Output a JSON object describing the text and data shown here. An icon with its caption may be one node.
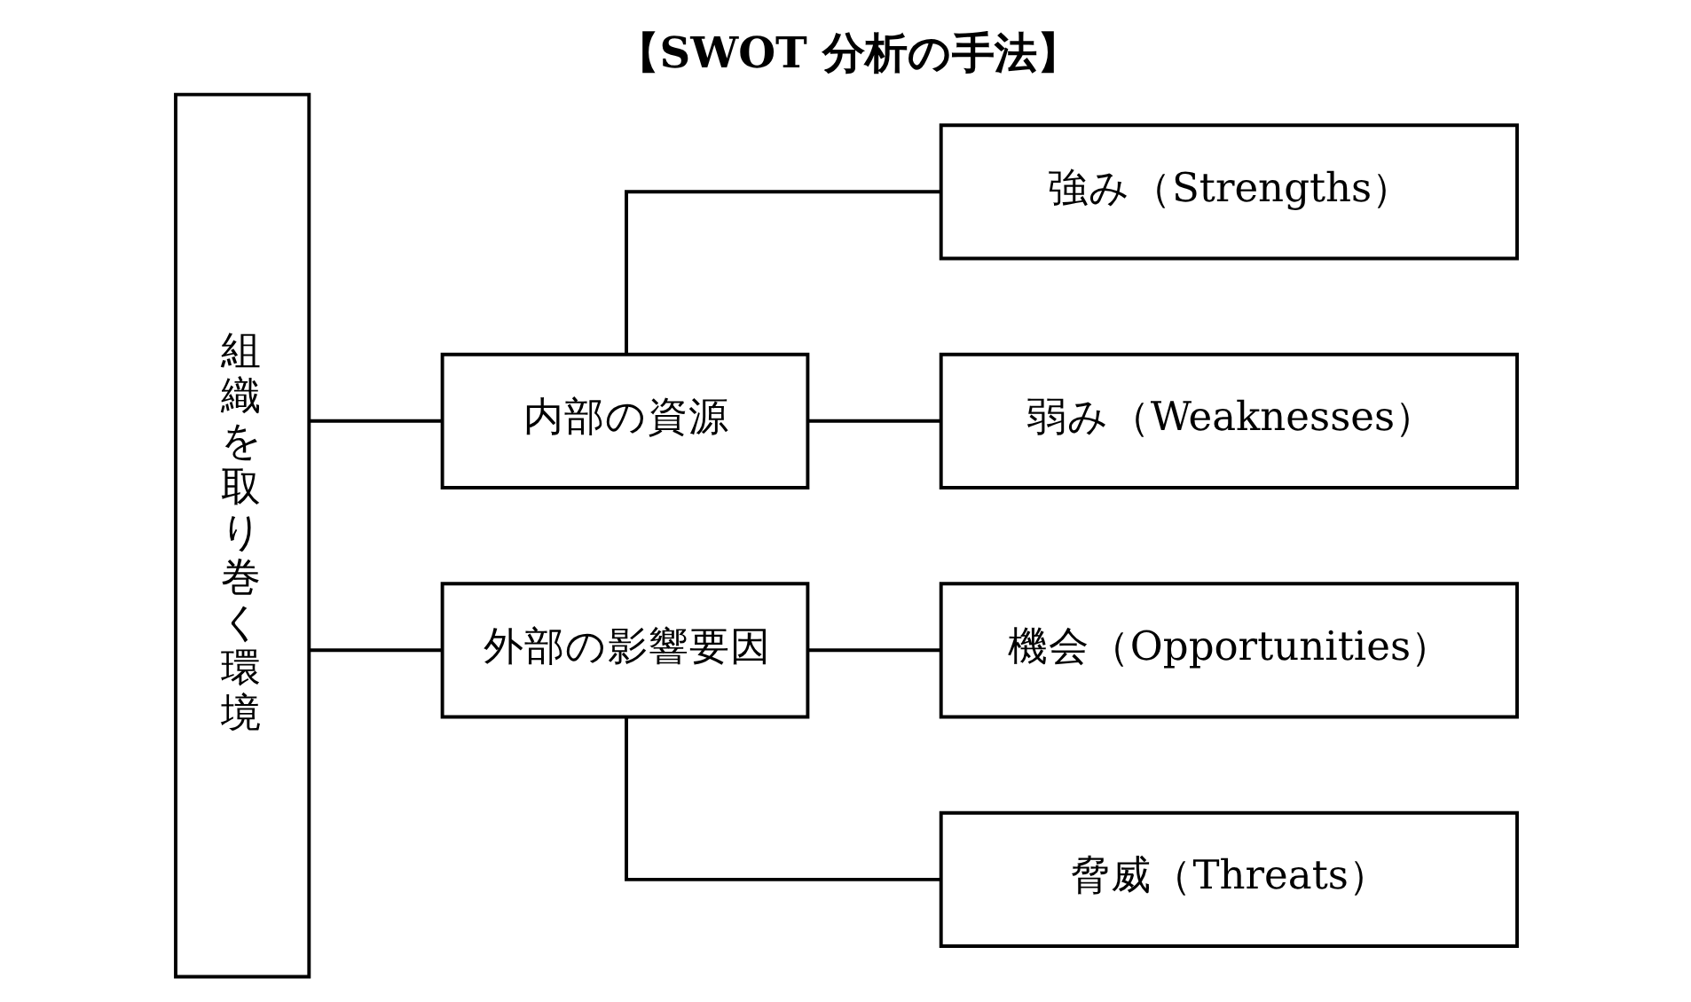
{
  "diagram": {
    "title": "【SWOT 分析の手法】",
    "nodes": [
      {
        "text": [
          "組織を取り巻く環境"
        ]
      },
      {
        "text": [
          "内部の資源"
        ]
      },
      {
        "text": [
          "外部の影響要因"
        ]
      },
      {
        "text": [
          "強み（Strengths）"
        ]
      },
      {
        "text": [
          "弱み（Weaknesses）"
        ]
      },
      {
        "text": [
          "機会（Opportunities）"
        ]
      },
      {
        "text": [
          "脅威（Threats）"
        ]
      }
    ],
    "edges": [
      {
        "from": 0,
        "to": 1,
        "arrow": "none"
      },
      {
        "from": 0,
        "to": 2,
        "arrow": "none"
      },
      {
        "from": 1,
        "to": 3,
        "arrow": "none"
      },
      {
        "from": 1,
        "to": 4,
        "arrow": "none"
      },
      {
        "from": 2,
        "to": 5,
        "arrow": "none"
      },
      {
        "from": 2,
        "to": 6,
        "arrow": "none"
      }
    ]
  }
}
